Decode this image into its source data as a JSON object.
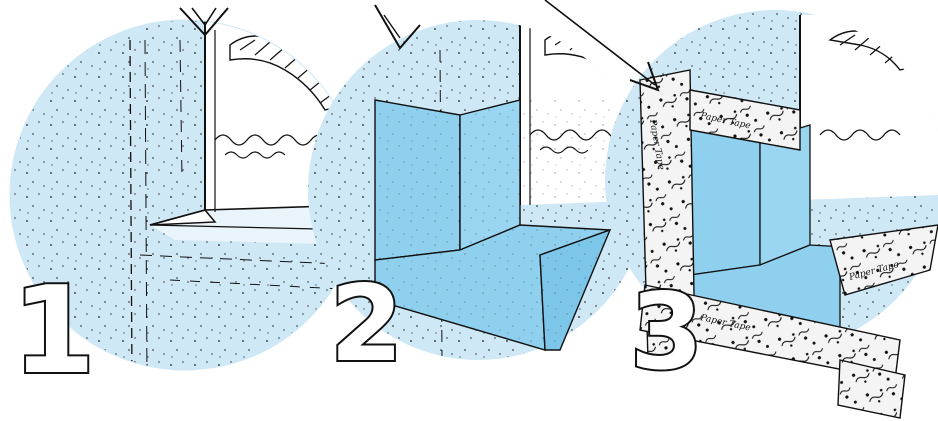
{
  "colors": {
    "wall_blue": "#cfe8f6",
    "membrane_blue": "#8fd0ef",
    "ink": "#111111",
    "paper": "#ffffff"
  },
  "steps": [
    {
      "number": "1",
      "content": "bare window corner"
    },
    {
      "number": "2",
      "content": "corner membrane applied"
    },
    {
      "number": "3",
      "content": "paper tape strips applied"
    }
  ],
  "tape_pattern_text": "Paper Tape",
  "icons": [
    "arrow-pointer-icon"
  ]
}
